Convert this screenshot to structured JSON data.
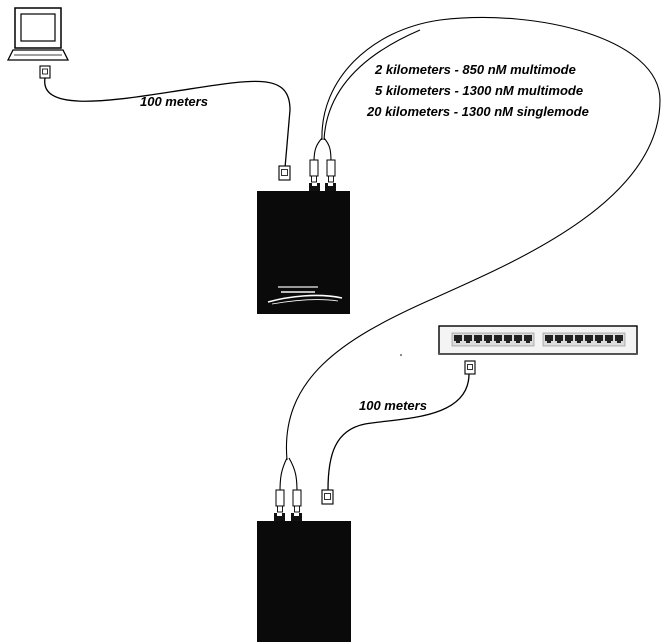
{
  "colors": {
    "background": "#ffffff",
    "ink": "#000000",
    "converter_body": "#0a0a0a",
    "switch_body": "#f4f4f4",
    "switch_ports": "#222222"
  },
  "labels": {
    "copper_top": "100 meters",
    "copper_bottom": "100 meters",
    "fiber_options": [
      "2 kilometers - 850 nM multimode",
      "5 kilometers - 1300 nM multimode",
      "20 kilometers - 1300 nM singlemode"
    ]
  },
  "switch": {
    "port_groups": 2,
    "ports_per_group": 8
  },
  "icons": {
    "computer": "laptop-computer-icon",
    "rj45": "rj45-connector-icon",
    "fiber_connector": "fiber-connector-icon",
    "converter": "media-converter-icon",
    "switch": "ethernet-switch-icon"
  }
}
